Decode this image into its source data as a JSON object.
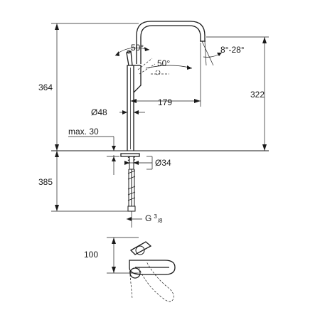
{
  "dimensions": {
    "total_height_above_deck": "364",
    "spout_outlet_height": "322",
    "below_deck_length": "385",
    "spout_reach": "179",
    "body_diameter": "Ø48",
    "mounting_hole_diameter": "Ø34",
    "max_deck_thickness": "max. 30",
    "lever_angle_top": "50°",
    "lever_angle_side": "50°",
    "spout_swivel_range": "8°-28°",
    "connection_thread_main": "G",
    "connection_thread_sup": "3",
    "connection_thread_sub": "/8",
    "plan_view_depth": "100"
  }
}
